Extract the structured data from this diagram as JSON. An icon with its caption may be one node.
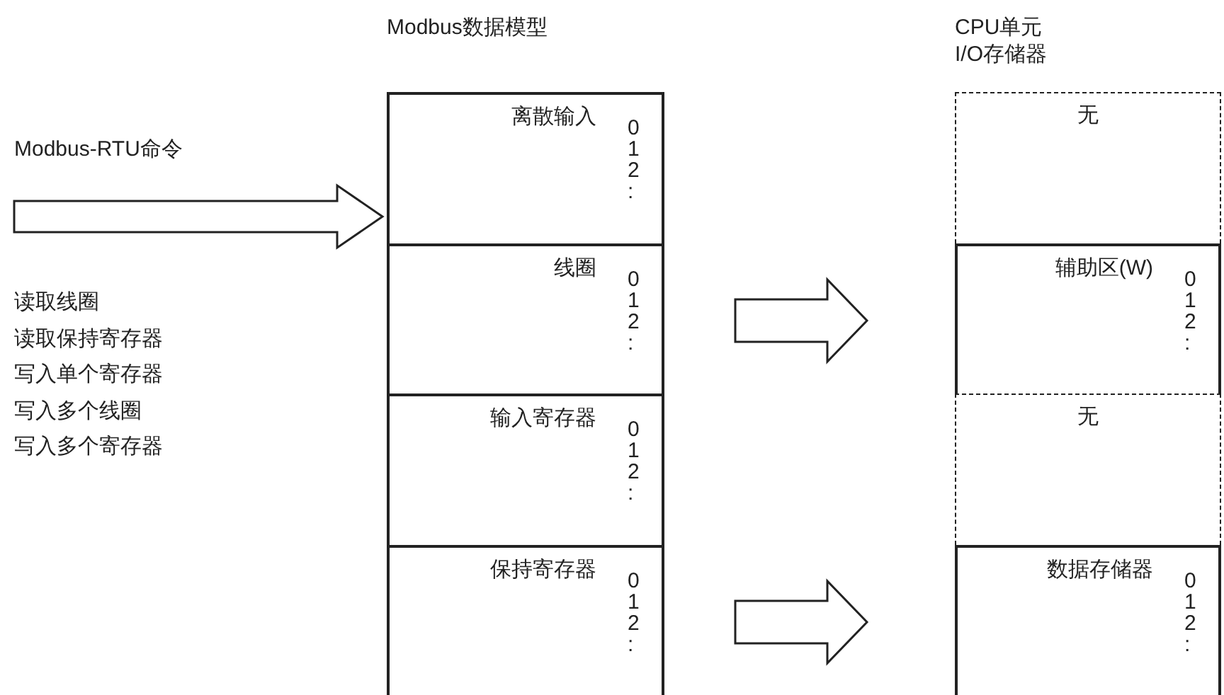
{
  "diagram": {
    "nodes": [
      {
        "text": [
          "Modbus数据模型"
        ]
      },
      {
        "text": [
          "离散输入",
          "0 1 2 :"
        ],
        "in": 0
      },
      {
        "text": [
          "线圈",
          "0 1 2 :"
        ],
        "in": 0
      },
      {
        "text": [
          "输入寄存器",
          "0 1 2 :"
        ],
        "in": 0
      },
      {
        "text": [
          "保持寄存器",
          "0 1 2 :"
        ],
        "in": 0
      },
      {
        "text": [
          "CPU单元 I/O存储器"
        ]
      },
      {
        "text": [
          "无"
        ],
        "in": 5
      },
      {
        "text": [
          "辅助区(W)",
          "0 1 2 :"
        ],
        "in": 5
      },
      {
        "text": [
          "无"
        ],
        "in": 5
      },
      {
        "text": [
          "数据存储器",
          "0 1 2 :"
        ],
        "in": 5
      }
    ],
    "edges": [
      {
        "from": null,
        "to": 0,
        "arrow": "to",
        "label": "Modbus-RTU命令"
      },
      {
        "from": 2,
        "to": 7,
        "arrow": "to"
      },
      {
        "from": 4,
        "to": 9,
        "arrow": "to"
      }
    ],
    "labels": [
      "读取线圈",
      "读取保持寄存器",
      "写入单个寄存器",
      "写入多个线圈",
      "写入多个寄存器"
    ]
  }
}
